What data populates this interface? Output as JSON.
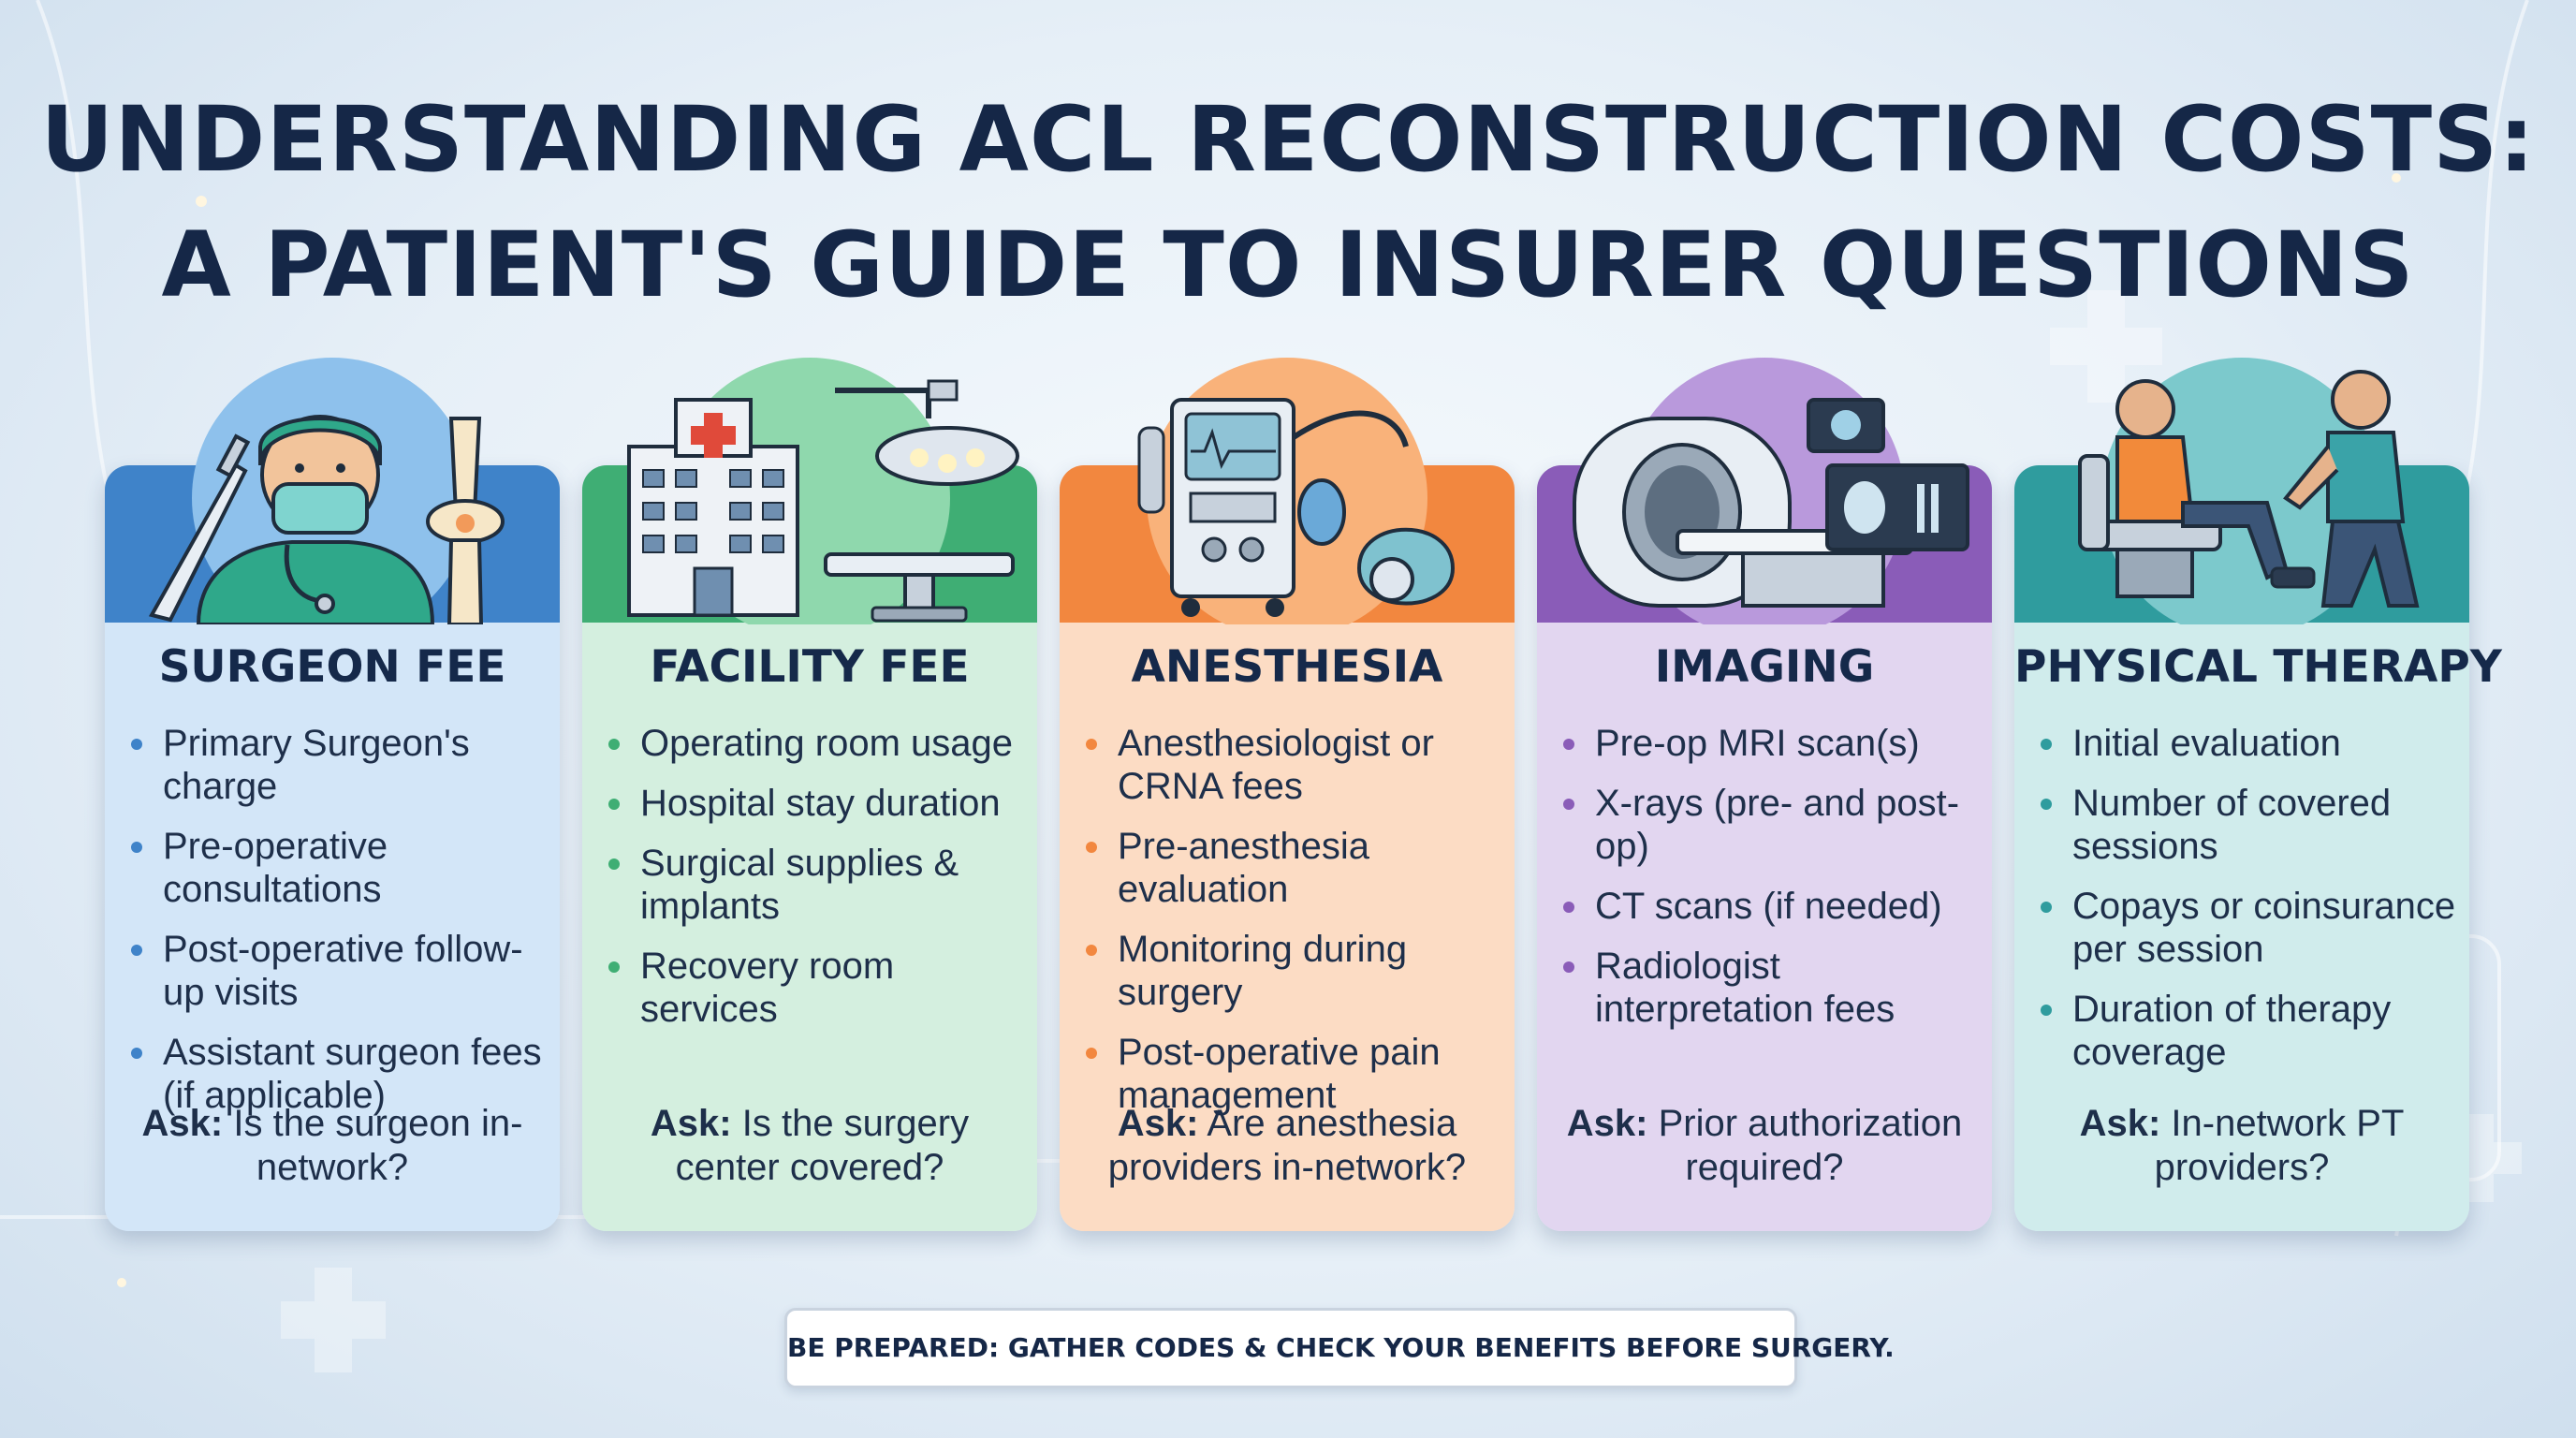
{
  "title": {
    "line1": "UNDERSTANDING ACL RECONSTRUCTION COSTS:",
    "line2": "A PATIENT'S GUIDE TO INSURER QUESTIONS"
  },
  "colors": {
    "surgeon": "#3f83c9",
    "facility": "#3fae74",
    "anesthesia": "#f2873f",
    "imaging": "#8a5cb8",
    "therapy": "#2f9c9e",
    "title_text": "#152747"
  },
  "cards": [
    {
      "title": "SURGEON FEE",
      "icon": "surgeon-knee-icon",
      "items": [
        "Primary Surgeon's charge",
        "Pre-operative consultations",
        "Post-operative follow-up visits",
        "Assistant surgeon fees (if applicable)"
      ],
      "ask_label": "Ask:",
      "ask_text": " Is the surgeon in-network?"
    },
    {
      "title": "FACILITY FEE",
      "icon": "hospital-operating-room-icon",
      "items": [
        "Operating room usage",
        "Hospital stay duration",
        "Surgical supplies & implants",
        "Recovery room services"
      ],
      "ask_label": "Ask:",
      "ask_text": " Is the surgery center covered?"
    },
    {
      "title": "ANESTHESIA",
      "icon": "anesthesia-machine-icon",
      "items": [
        "Anesthesiologist or CRNA fees",
        "Pre-anesthesia evaluation",
        "Monitoring during surgery",
        "Post-operative pain management"
      ],
      "ask_label": "Ask:",
      "ask_text": " Are anesthesia providers in-network?"
    },
    {
      "title": "IMAGING",
      "icon": "mri-scanner-icon",
      "items": [
        "Pre-op MRI scan(s)",
        "X-rays (pre- and post-op)",
        "CT scans (if needed)",
        "Radiologist interpretation fees"
      ],
      "ask_label": "Ask:",
      "ask_text": " Prior authorization required?"
    },
    {
      "title": "PHYSICAL THERAPY",
      "icon": "physical-therapy-icon",
      "items": [
        "Initial evaluation",
        "Number of covered sessions",
        "Copays or coinsurance per session",
        "Duration of therapy coverage"
      ],
      "ask_label": "Ask:",
      "ask_text": " In-network PT providers?"
    }
  ],
  "footer": "BE PREPARED: GATHER CODES & CHECK YOUR BENEFITS BEFORE SURGERY."
}
